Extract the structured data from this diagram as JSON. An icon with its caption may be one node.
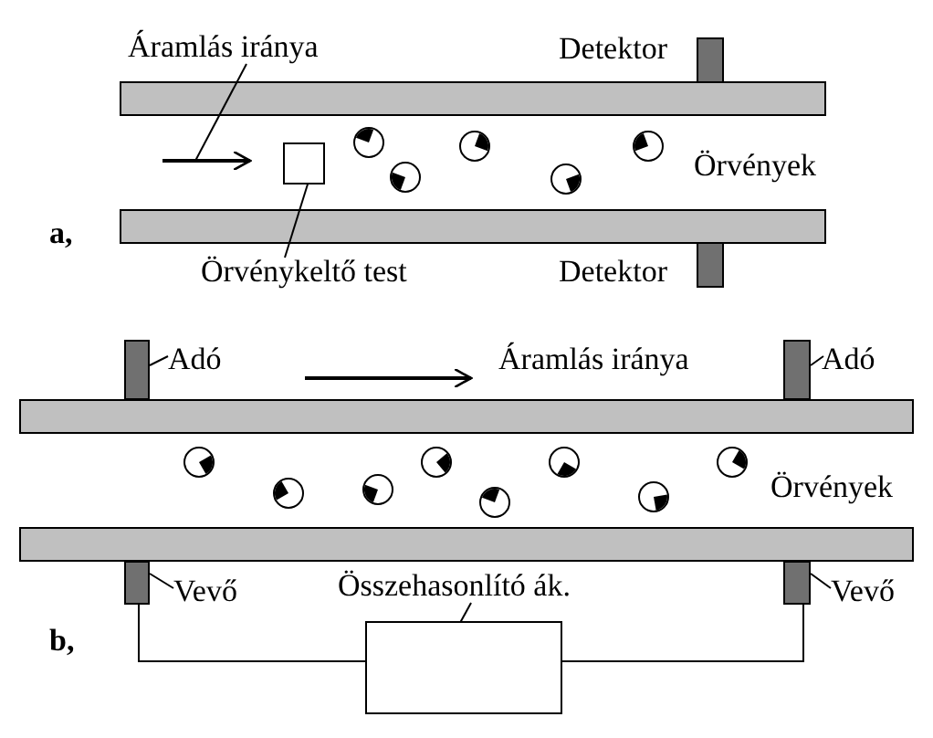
{
  "diagram": {
    "nodes": [
      {
        "text": [
          "Áramlás iránya"
        ]
      },
      {
        "text": [],
        "shape": "box"
      },
      {
        "text": [
          "Örvénykeltő test"
        ]
      },
      {
        "text": [
          "Adó"
        ]
      },
      {
        "text": [],
        "shape": "box"
      },
      {
        "text": [
          "Adó"
        ]
      },
      {
        "text": [],
        "shape": "box"
      },
      {
        "text": [
          "Vevő"
        ]
      },
      {
        "text": [],
        "shape": "box"
      },
      {
        "text": [
          "Vevő"
        ]
      },
      {
        "text": [],
        "shape": "box"
      },
      {
        "text": [
          "Összehasonlító ák."
        ]
      },
      {
        "text": [],
        "shape": "box"
      }
    ],
    "edges": [
      {
        "from": 0,
        "to": null,
        "arrow": "none"
      },
      {
        "from": 2,
        "to": 1,
        "arrow": "none"
      },
      {
        "from": 3,
        "to": 4,
        "arrow": "none"
      },
      {
        "from": 5,
        "to": 6,
        "arrow": "none"
      },
      {
        "from": 7,
        "to": 8,
        "arrow": "none"
      },
      {
        "from": 9,
        "to": 10,
        "arrow": "none"
      },
      {
        "from": 11,
        "to": 12,
        "arrow": "none"
      },
      {
        "from": 8,
        "to": 12,
        "arrow": "none"
      },
      {
        "from": 12,
        "to": 10,
        "arrow": "none"
      }
    ],
    "labels": [
      "Detektor",
      "Örvények",
      "a,",
      "Detektor",
      "Áramlás iránya",
      "Örvények",
      "b,"
    ]
  }
}
